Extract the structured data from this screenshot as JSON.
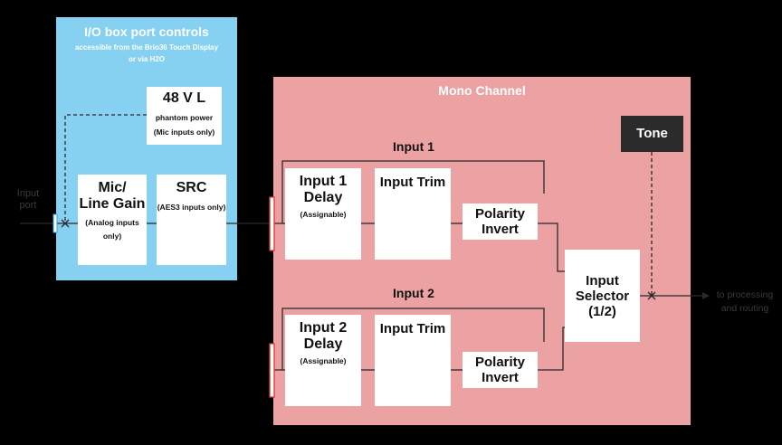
{
  "io_box": {
    "title": "I/O box port controls",
    "subtitle_line1": "accessible from the Brio36 Touch Display",
    "subtitle_line2": "or via H2O"
  },
  "phantom": {
    "title": "48 V L",
    "line1": "phantom power",
    "line2": "(Mic inputs only)"
  },
  "mic_gain": {
    "line1": "Mic/",
    "line2": "Line Gain",
    "note1": "(Analog inputs",
    "note2": "only)"
  },
  "src": {
    "title": "SRC",
    "note": "(AES3 inputs only)"
  },
  "input_port": {
    "line1": "Input",
    "line2": "port"
  },
  "mono_channel": {
    "title": "Mono Channel"
  },
  "input1": {
    "label": "Input 1",
    "delay_line1": "Input 1",
    "delay_line2": "Delay",
    "delay_note": "(Assignable)",
    "trim": "Input Trim",
    "polarity_line1": "Polarity",
    "polarity_line2": "Invert"
  },
  "input2": {
    "label": "Input 2",
    "delay_line1": "Input 2",
    "delay_line2": "Delay",
    "delay_note": "(Assignable)",
    "trim": "Input Trim",
    "polarity_line1": "Polarity",
    "polarity_line2": "Invert"
  },
  "tone": {
    "label": "Tone"
  },
  "selector": {
    "line1": "Input",
    "line2": "Selector",
    "line3": "(1/2)"
  },
  "output": {
    "line1": "to processing",
    "line2": "and routing"
  },
  "colors": {
    "io_panel": "#86d0f2",
    "mono_panel": "#eca1a3",
    "tone_box": "#2b2b2b",
    "port_marker": "#e03030"
  }
}
